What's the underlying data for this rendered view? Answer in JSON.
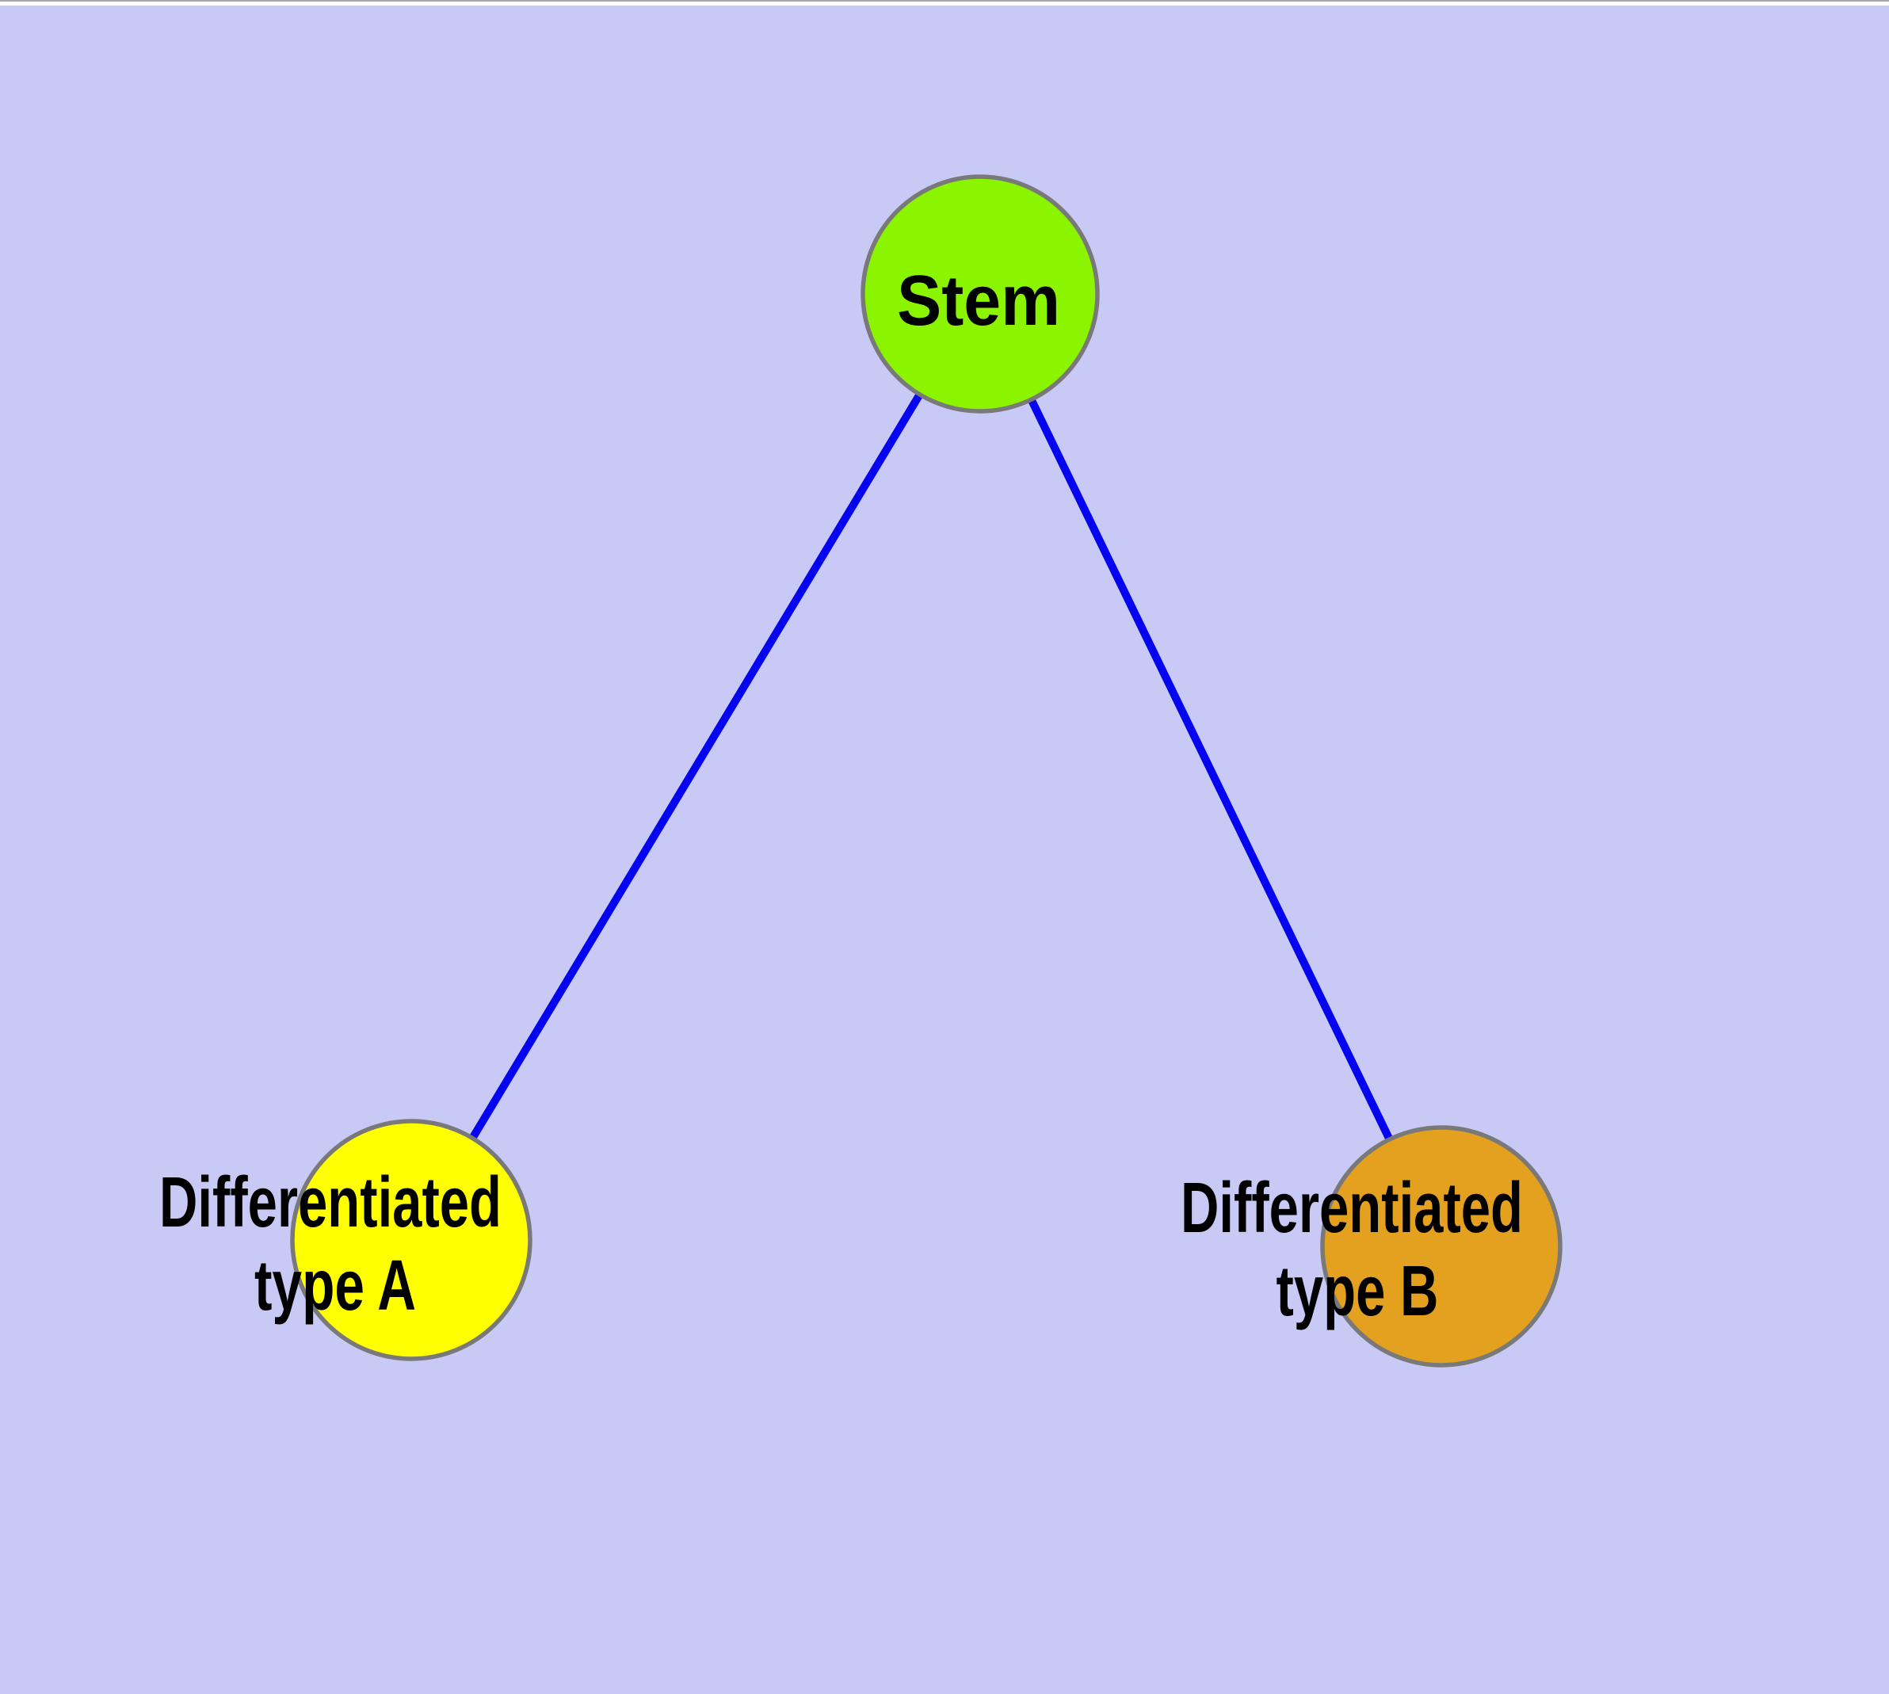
{
  "diagram": {
    "background_color": "#c9c9f5",
    "top_strip_color": "#ffffff",
    "top_hairline_color": "#a8a8a8",
    "edge_color": "#0404f0",
    "node_border_color": "#797979",
    "text_color": "#000000",
    "nodes": [
      {
        "id": "stem",
        "label": "Stem",
        "fill_color": "#8bf500",
        "shape": "circle"
      },
      {
        "id": "differentiated-type-a",
        "label_line1": "Differentiated",
        "label_line2": "type A",
        "label": "Differentiated type A",
        "fill_color": "#ffff00",
        "shape": "circle"
      },
      {
        "id": "differentiated-type-b",
        "label_line1": "Differentiated",
        "label_line2": "type B",
        "label": "Differentiated type B",
        "fill_color": "#e4a11f",
        "shape": "circle"
      }
    ],
    "edges": [
      {
        "from": "Stem",
        "to": "Differentiated type A"
      },
      {
        "from": "Stem",
        "to": "Differentiated type B"
      }
    ]
  }
}
